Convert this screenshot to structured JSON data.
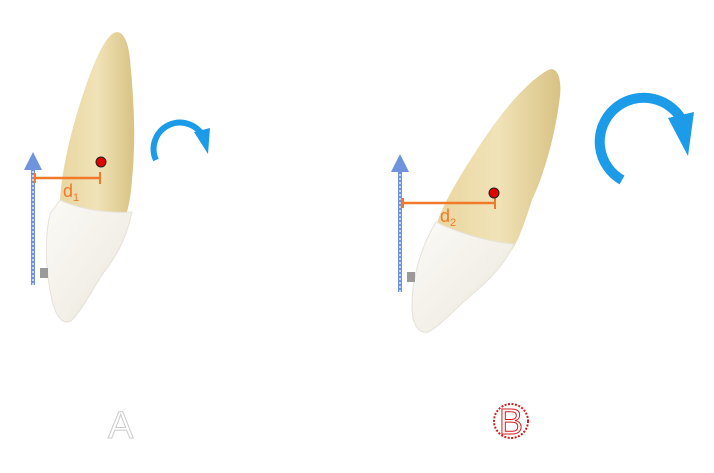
{
  "panels": [
    {
      "label": "A",
      "distance_symbol": "d",
      "distance_subscript": "1",
      "rotation": "clockwise"
    },
    {
      "label": "B",
      "distance_symbol": "d",
      "distance_subscript": "2",
      "rotation": "clockwise"
    }
  ],
  "colors": {
    "distance_line": "#f07a2a",
    "pivot_point": "#e00000",
    "force_arrow": "#6f93dc",
    "rotation_arrow": "#1b9be8",
    "label_a_outline": "#cccccc",
    "label_b_outline": "#d21d1d",
    "crown_enamel": "#f4f1ea",
    "root": "#e6d29c"
  },
  "icons": {
    "force_arrow": "vertical-arrow-icon",
    "rotation_arrow": "clockwise-rotation-icon",
    "pivot": "center-of-resistance-dot-icon"
  }
}
